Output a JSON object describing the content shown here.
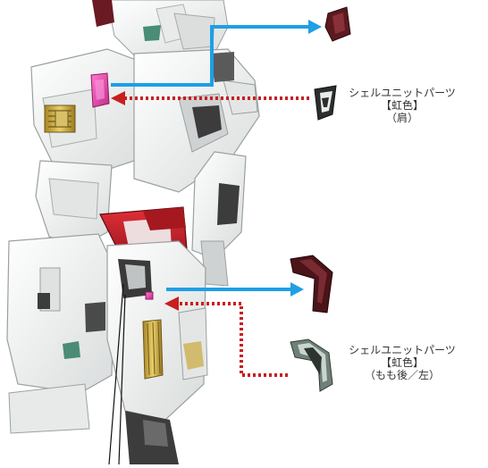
{
  "colors": {
    "arrow_blue": "#1e9fe6",
    "arrow_red": "#c81e1e",
    "armor_white": "#f1f1f1",
    "armor_shadow": "#cfd2d2",
    "frame_gray": "#3c3c3c",
    "accent_red": "#c8202a",
    "accent_gold": "#c9a83a",
    "shell_magenta": "#e04aa8",
    "shell_dark_red": "#5a1a20",
    "shell_gray_green": "#6f8078"
  },
  "callouts": [
    {
      "name": "shoulder",
      "line1": "シェルユニットパーツ",
      "line2": "【虹色】",
      "line3": "（肩）"
    },
    {
      "name": "thigh",
      "line1": "シェルユニットパーツ",
      "line2": "【虹色】",
      "line3": "（もも後／左）"
    }
  ],
  "icons": {
    "shoulder_before": "shell-part-dark-red-icon",
    "shoulder_after": "shell-part-clear-icon",
    "thigh_before": "shell-part-dark-red-icon",
    "thigh_after": "shell-part-clear-icon"
  }
}
